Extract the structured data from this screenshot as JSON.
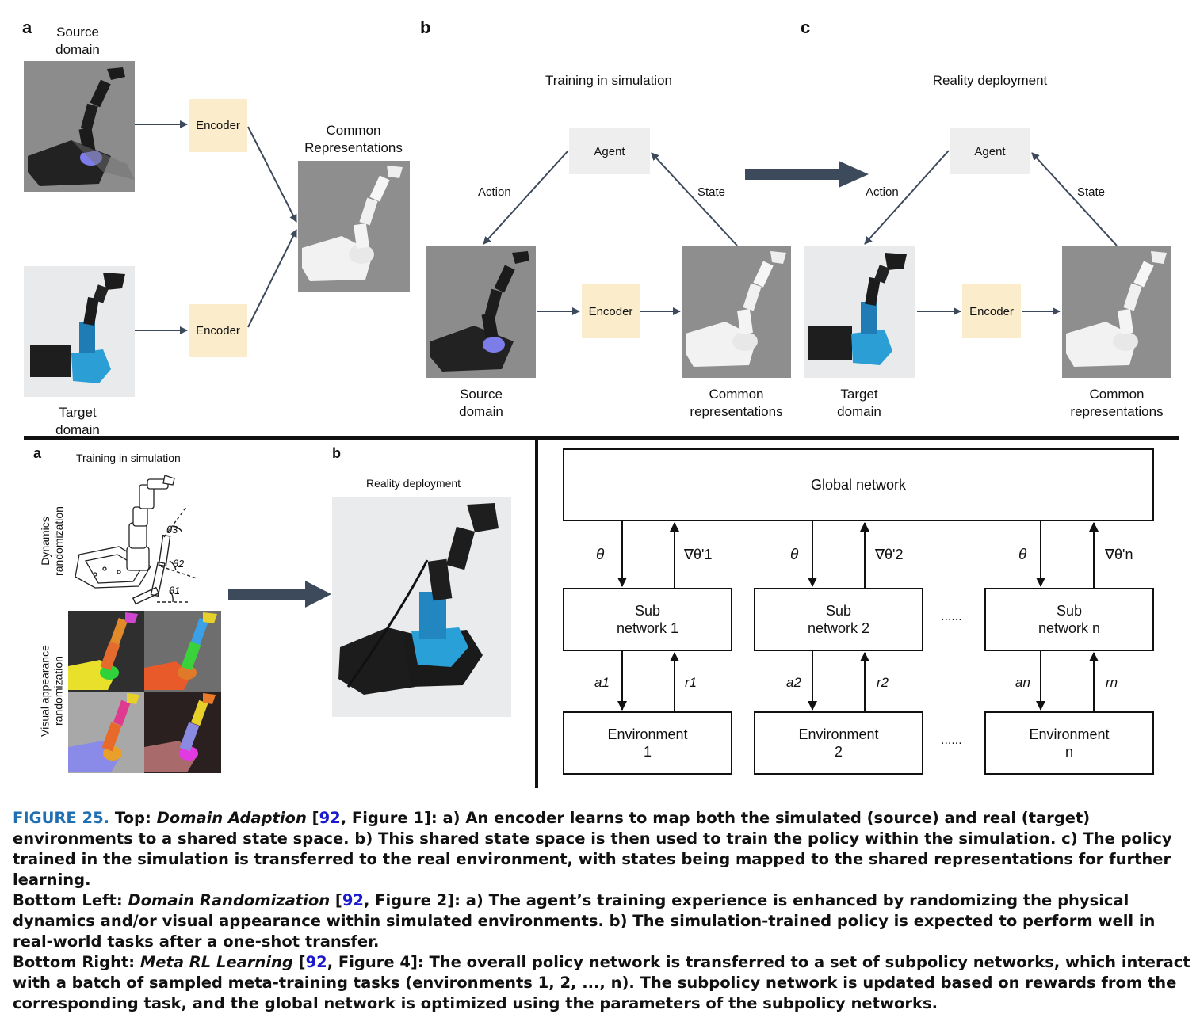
{
  "top": {
    "panel_a": {
      "letter": "a",
      "source_label": "Source\ndomain",
      "target_label": "Target\ndomain",
      "encoder_top": "Encoder",
      "encoder_bottom": "Encoder",
      "common_label": "Common\nRepresentations"
    },
    "panel_b": {
      "letter": "b",
      "title": "Training in simulation",
      "agent": "Agent",
      "action": "Action",
      "state": "State",
      "encoder": "Encoder",
      "source_label": "Source\ndomain",
      "common_label": "Common\nrepresentations"
    },
    "panel_c": {
      "letter": "c",
      "title": "Reality deployment",
      "agent": "Agent",
      "action": "Action",
      "state": "State",
      "encoder": "Encoder",
      "target_label": "Target\ndomain",
      "common_label": "Common\nrepresentations"
    }
  },
  "bottom_left": {
    "panel_a": {
      "letter": "a",
      "title": "Training in simulation",
      "dynamics_label": "Dynamics\nrandomization",
      "visual_label": "Visual appearance\nrandomization",
      "theta1": "θ1",
      "theta2": "θ2",
      "theta3": "θ3"
    },
    "panel_b": {
      "letter": "b",
      "title": "Reality deployment"
    }
  },
  "bottom_right": {
    "global_network": "Global network",
    "columns": [
      {
        "theta": "θ",
        "grad": "∇θ'1",
        "sub": "Sub\nnetwork 1",
        "action": "a1",
        "reward": "r1",
        "env": "Environment\n1"
      },
      {
        "theta": "θ",
        "grad": "∇θ'2",
        "sub": "Sub\nnetwork 2",
        "action": "a2",
        "reward": "r2",
        "env": "Environment\n2"
      },
      {
        "theta": "θ",
        "grad": "∇θ'n",
        "sub": "Sub\nnetwork n",
        "action": "an",
        "reward": "rn",
        "env": "Environment\nn"
      }
    ],
    "ellipsis_sub": "......",
    "ellipsis_env": "......"
  },
  "caption": {
    "figure_label": "FIGURE 25.",
    "top_prefix": "Top:",
    "top_title": "Domain Adaption",
    "top_ref": "92",
    "top_ref_fig": "Figure 1",
    "top_text": ": a) An encoder learns to map both the simulated (source) and real (target) environments to a shared state space. b) This shared state space is then used to train the policy within the simulation. c) The policy trained in the simulation is transferred to the real environment, with states being mapped to the shared representations for further learning.",
    "bl_prefix": "Bottom Left:",
    "bl_title": "Domain Randomization",
    "bl_ref": "92",
    "bl_ref_fig": "Figure 2",
    "bl_text": ": a) The agent’s training experience is enhanced by randomizing the physical dynamics and/or visual appearance within simulated environments. b) The simulation-trained policy is expected to perform well in real-world tasks after a one-shot transfer.",
    "br_prefix": "Bottom Right:",
    "br_title": "Meta RL Learning",
    "br_ref": "92",
    "br_ref_fig": "Figure 4",
    "br_text": ": The overall policy network is transferred to a set of subpolicy networks, which interact with a batch of sampled meta-training tasks (environments 1, 2, ..., n). The subpolicy network is updated based on rewards from the corresponding task, and the global network is optimized using the parameters of the subpolicy networks."
  },
  "colors": {
    "arrow": "#3d4a5c",
    "encoder_bg": "#fbeccb",
    "agent_bg": "#eeeeee",
    "figure_label": "#1f6fb2",
    "reference_link": "#1a1acc"
  }
}
